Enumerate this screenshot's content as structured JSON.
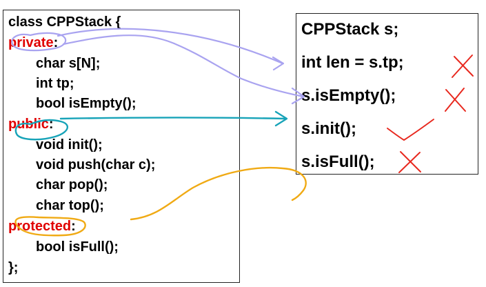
{
  "class_code": {
    "header": "class CPPStack {",
    "private_label": "private",
    "members_private": [
      "char s[N];",
      "int tp;",
      "bool isEmpty();"
    ],
    "public_label": "public",
    "members_public": [
      "void init();",
      "void push(char c);",
      "char pop();",
      "char top();"
    ],
    "protected_label": "protected",
    "members_protected": [
      "bool isFull();"
    ],
    "colon": ":",
    "footer": "};"
  },
  "usage_code": {
    "lines": [
      "CPPStack s;",
      "int len = s.tp;",
      "s.isEmpty();",
      "s.init();",
      "s.isFull();"
    ]
  },
  "colors": {
    "access_keyword": "#e00000",
    "private_annotation": "#a9a3f0",
    "public_annotation": "#17a3b8",
    "protected_annotation": "#f0aa14",
    "mark": "#e8281e"
  },
  "marks": [
    "cross",
    "cross",
    "check",
    "cross"
  ]
}
